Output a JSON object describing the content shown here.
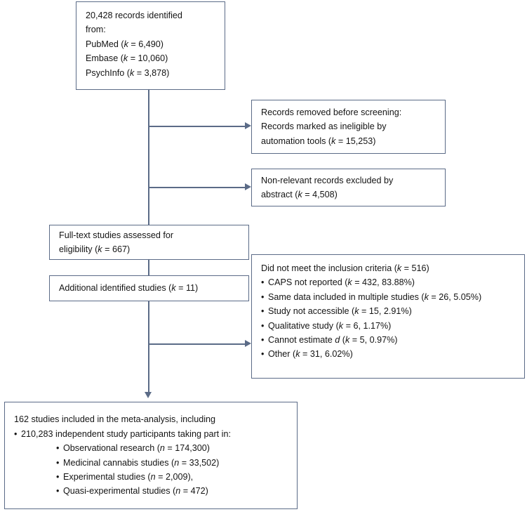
{
  "diagram": {
    "type": "prisma-flow-diagram",
    "accent_border_color": "#5b6b87",
    "text_color": "#141414",
    "background_color": "#ffffff"
  },
  "boxes": {
    "identified": {
      "name": "records-identified",
      "lines": [
        "20,428 records identified",
        "from:",
        "PubMed (k = 6,490)",
        "Embase (k = 10,060)",
        "PsychInfo (k = 3,878)"
      ],
      "total_records": 20428,
      "sources": [
        {
          "label": "PubMed",
          "k": 6490
        },
        {
          "label": "Embase",
          "k": 10060
        },
        {
          "label": "PsychInfo",
          "k": 3878
        }
      ]
    },
    "removed_before_screening": {
      "name": "records-removed-before-screening",
      "lines": [
        "Records removed before screening:",
        "Records marked as ineligible by",
        "automation tools (k = 15,253)"
      ],
      "k": 15253
    },
    "non_relevant_excluded": {
      "name": "non-relevant-records-excluded",
      "lines": [
        "Non-relevant records excluded by",
        "abstract (k = 4,508)"
      ],
      "k": 4508
    },
    "full_text_assessed": {
      "name": "full-text-studies-assessed",
      "lines": [
        "Full-text studies assessed for",
        "eligibility (k = 667)"
      ],
      "k": 667
    },
    "additional_identified": {
      "name": "additional-identified-studies",
      "lines": [
        "Additional identified studies (k = 11)"
      ],
      "k": 11
    },
    "excluded_criteria": {
      "name": "did-not-meet-inclusion-criteria",
      "heading": "Did not meet the inclusion criteria (k = 516)",
      "heading_k": 516,
      "items": [
        {
          "label": "CAPS not reported",
          "k": 432,
          "percent": "83.88%",
          "text": "CAPS not reported (k = 432, 83.88%)"
        },
        {
          "label": "Same data included in multiple studies",
          "k": 26,
          "percent": "5.05%",
          "text": "Same data included in multiple studies (k = 26, 5.05%)"
        },
        {
          "label": "Study not accessible",
          "k": 15,
          "percent": "2.91%",
          "text": "Study not accessible (k = 15, 2.91%)"
        },
        {
          "label": "Qualitative study",
          "k": 6,
          "percent": "1.17%",
          "text": "Qualitative study (k = 6, 1.17%)"
        },
        {
          "label": "Cannot estimate d",
          "k": 5,
          "percent": "0.97%",
          "text": "Cannot estimate d (k = 5, 0.97%)"
        },
        {
          "label": "Other",
          "k": 31,
          "percent": "6.02%",
          "text": "Other (k = 31, 6.02%)"
        }
      ]
    },
    "included": {
      "name": "studies-included-in-meta-analysis",
      "heading": "162 studies included in the meta-analysis, including",
      "studies_count": 162,
      "participants_line": "210,283 independent study participants taking part in:",
      "participants_total": 210283,
      "subgroups": [
        {
          "label": "Observational research",
          "n": 174300,
          "text": "Observational research (n = 174,300)"
        },
        {
          "label": "Medicinal cannabis studies",
          "n": 33502,
          "text": "Medicinal cannabis studies (n = 33,502)"
        },
        {
          "label": "Experimental studies",
          "n": 2009,
          "text": "Experimental studies (n = 2,009),"
        },
        {
          "label": "Quasi-experimental studies",
          "n": 472,
          "text": "Quasi-experimental studies (n = 472)"
        }
      ]
    }
  }
}
